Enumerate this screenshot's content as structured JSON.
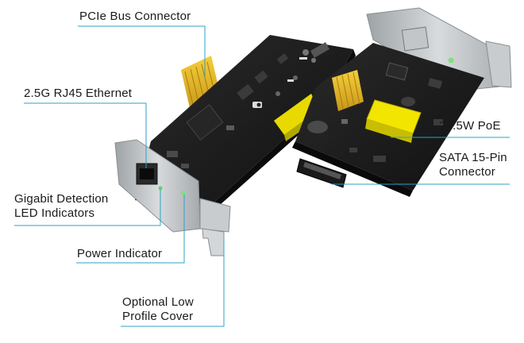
{
  "labels": {
    "pcie_bus_connector": "PCIe Bus Connector",
    "rj45_ethernet": "2.5G RJ45 Ethernet",
    "gigabit_detection_line1": "Gigabit Detection",
    "gigabit_detection_line2": "LED Indicators",
    "power_indicator": "Power Indicator",
    "low_profile_line1": "Optional Low",
    "low_profile_line2": "Profile Cover",
    "poe": "25.5W PoE",
    "sata_line1": "SATA 15-Pin",
    "sata_line2": "Connector"
  },
  "colors": {
    "callout_line": "#2ba3c6",
    "pcb": "#1c1c1c",
    "gold_fingers": "#e8b820",
    "bracket": "#b8bcbf",
    "transformer": "#f2e600"
  }
}
